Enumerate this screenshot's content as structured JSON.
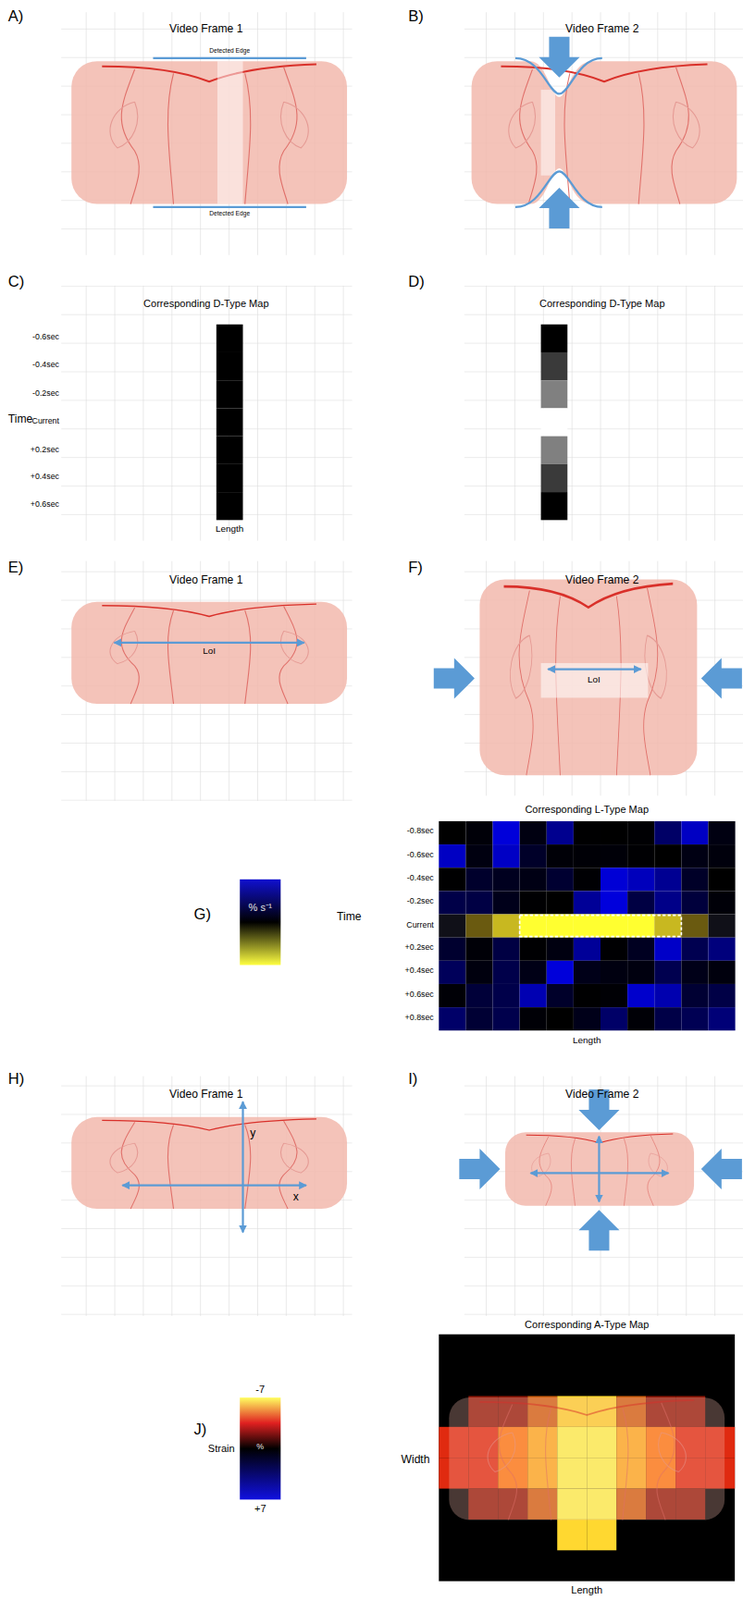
{
  "diagram": {
    "labels": [
      "A)",
      "Video Frame 1",
      "Detected Edge",
      "Detected Edge",
      "B)",
      "Video Frame 2",
      "C)",
      "Corresponding D-Type Map",
      "-0.6sec",
      "-0.4sec",
      "-0.2sec",
      "Current",
      "+0.2sec",
      "+0.4sec",
      "+0.6sec",
      "Time",
      "Length",
      "D)",
      "Corresponding D-Type Map",
      "E)",
      "Video Frame 1",
      "LoI",
      "F)",
      "Video Frame 2",
      "LoI",
      "G)",
      "% s⁻¹",
      "Corresponding L-Type Map",
      "-0.8sec",
      "-0.6sec",
      "-0.4sec",
      "-0.2sec",
      "Current",
      "+0.2sec",
      "+0.4sec",
      "+0.6sec",
      "+0.8sec",
      "Time",
      "Length",
      "H)",
      "Video Frame 1",
      "y",
      "x",
      "I)",
      "Video Frame 2",
      "J)",
      "-7",
      "Strain",
      "%",
      "+7",
      "Corresponding A-Type Map",
      "Width",
      "Length"
    ]
  }
}
